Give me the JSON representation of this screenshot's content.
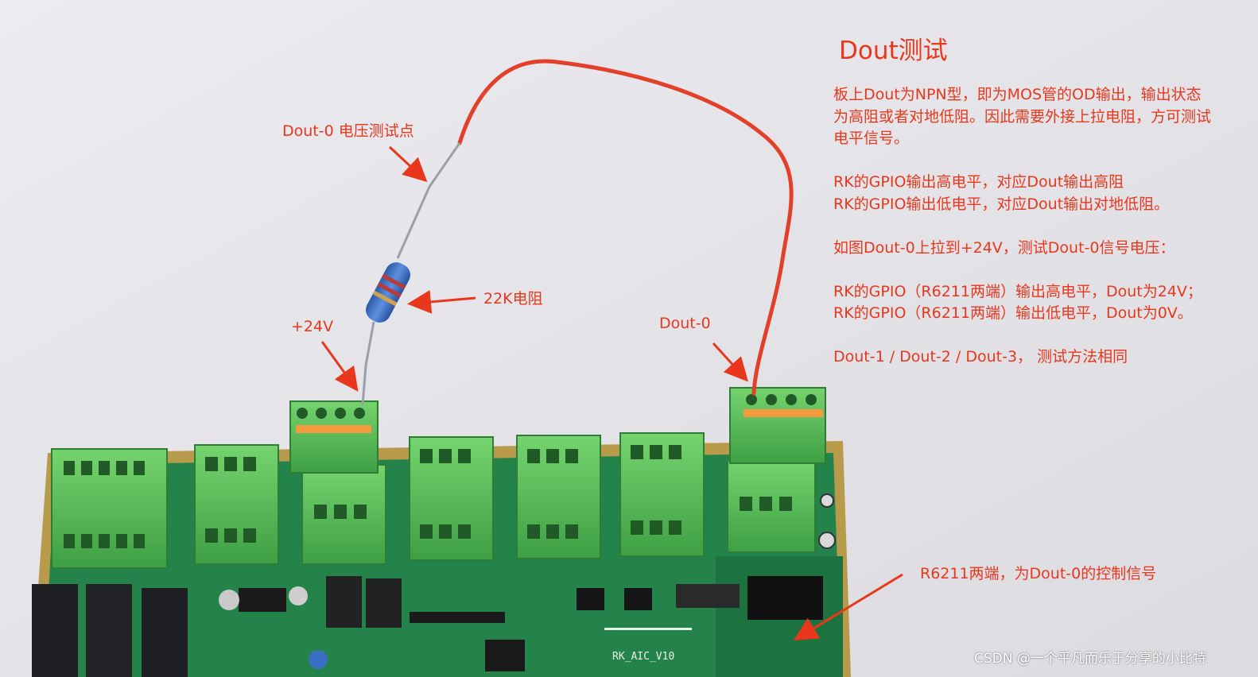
{
  "title": "Dout测试",
  "labels": {
    "test_point": "Dout-0 电压测试点",
    "resistor": "22K电阻",
    "plus24v": "+24V",
    "dout0": "Dout-0",
    "r6211": "R6211两端，为Dout-0的控制信号"
  },
  "notes": {
    "p1_l1": "板上Dout为NPN型，即为MOS管的OD输出，输出状态",
    "p1_l2": "为高阻或者对地低阻。因此需要外接上拉电阻，方可测试",
    "p1_l3": "电平信号。",
    "p2_l1": "RK的GPIO输出高电平，对应Dout输出高阻",
    "p2_l2": "RK的GPIO输出低电平，对应Dout输出对地低阻。",
    "p3_l1": "如图Dout-0上拉到+24V，测试Dout-0信号电压：",
    "p4_l1": "RK的GPIO（R6211两端）输出高电平，Dout为24V；",
    "p4_l2": "RK的GPIO（R6211两端）输出低电平，Dout为0V。",
    "p5_l1": "Dout-1 / Dout-2 / Dout-3， 测试方法相同"
  },
  "board": {
    "silkscreen": "RK_AIC_V10"
  },
  "watermark": "CSDN @一个平凡而乐于分享的小比特",
  "colors": {
    "annotation": "#e8371c",
    "pcb": "#1f7a3a",
    "connector": "#5ec25a",
    "wire": "#e2402a",
    "resistor_body": "#3b6fc4",
    "background": "#ecebef"
  }
}
